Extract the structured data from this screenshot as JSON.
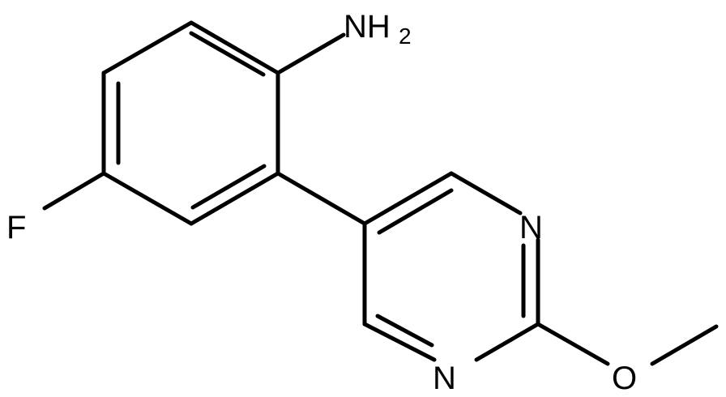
{
  "molecule": {
    "atoms": {
      "amine": "NH",
      "amine_subscript": "2",
      "fluorine": "F",
      "nitrogen_1": "N",
      "nitrogen_3": "N",
      "oxygen": "O"
    }
  }
}
